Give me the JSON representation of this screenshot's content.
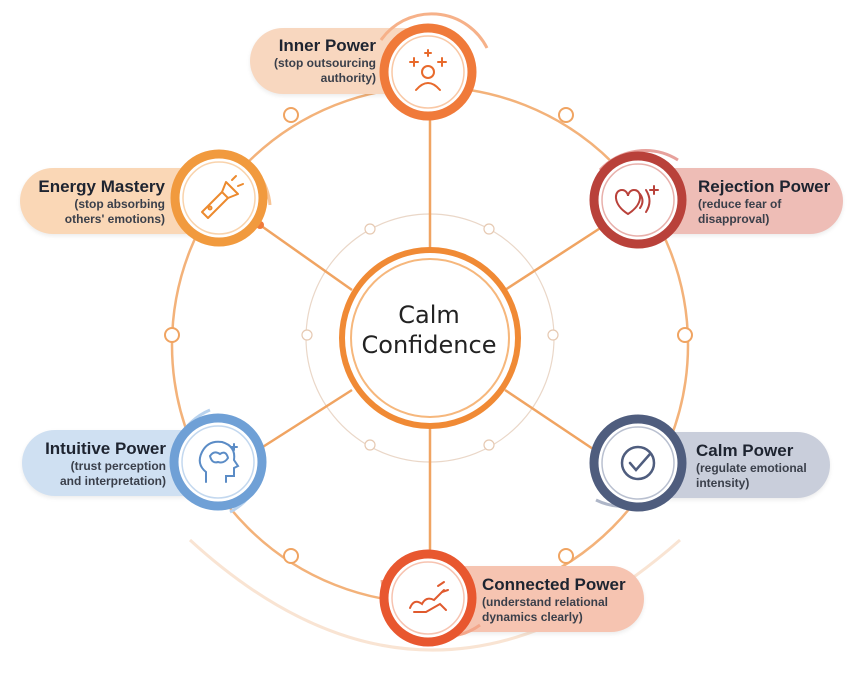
{
  "center": {
    "line1": "Calm",
    "line2": "Confidence"
  },
  "nodes": {
    "inner": {
      "title": "Inner Power",
      "sub1": "(stop outsourcing",
      "sub2": "authority)",
      "icon": "person-sparkle-icon",
      "color": "#f07a3a"
    },
    "rejection": {
      "title": "Rejection Power",
      "sub1": "(reduce fear of",
      "sub2": "disapproval)",
      "icon": "heart-soundwave-icon",
      "color": "#b9413a"
    },
    "calm": {
      "title": "Calm Power",
      "sub1": "(regulate emotional",
      "sub2": "intensity)",
      "icon": "check-circle-icon",
      "color": "#4f5d7e"
    },
    "connected": {
      "title": "Connected Power",
      "sub1": "(understand relational",
      "sub2": "dynamics clearly)",
      "icon": "handshake-icon",
      "color": "#e8572f"
    },
    "intuitive": {
      "title": "Intuitive Power",
      "sub1": "(trust perception",
      "sub2": "and interpretation)",
      "icon": "brain-head-icon",
      "color": "#6fa0d6"
    },
    "energy": {
      "title": "Energy Mastery",
      "sub1": "(stop absorbing",
      "sub2": "others' emotions)",
      "icon": "flashlight-icon",
      "color": "#f19a3e"
    }
  }
}
